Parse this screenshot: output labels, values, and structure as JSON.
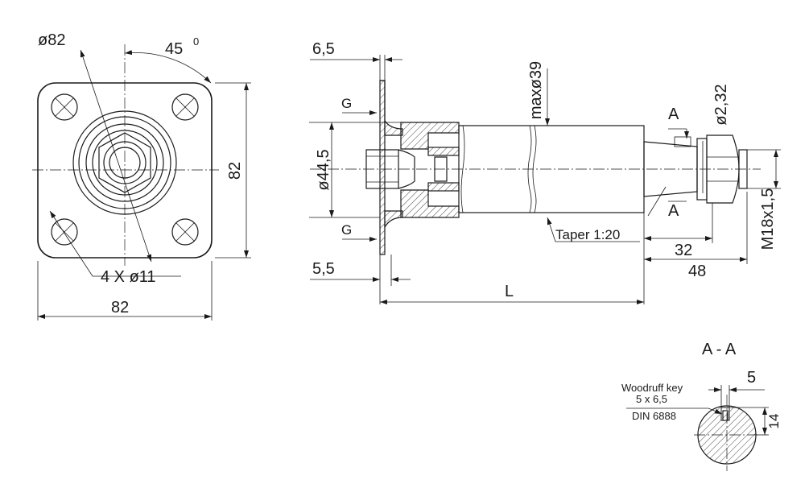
{
  "front_view": {
    "flange_circle_dia": "ø82",
    "angle": "45",
    "angle_unit": "0",
    "width_horizontal": "82",
    "height_vertical": "82",
    "holes": "4 X ø11"
  },
  "side_view": {
    "flange_thickness": "6,5",
    "base_thickness": "5,5",
    "groove_top": "G",
    "groove_bottom": "G",
    "hub_diameter": "ø44,5",
    "shaft_max_dia": "maxø39",
    "section_mark_top": "A",
    "section_mark_bottom": "A",
    "pin_hole": "ø2,32",
    "thread": "M18x1,5",
    "taper": "Taper 1:20",
    "taper_length": "32",
    "end_length": "48",
    "overall_length": "L"
  },
  "section_view": {
    "title": "A - A",
    "key_width": "5",
    "key_height": "14",
    "key_label_line1": "Woodruff key",
    "key_label_line2": "5 x 6,5",
    "key_label_line3": "DIN 6888"
  }
}
